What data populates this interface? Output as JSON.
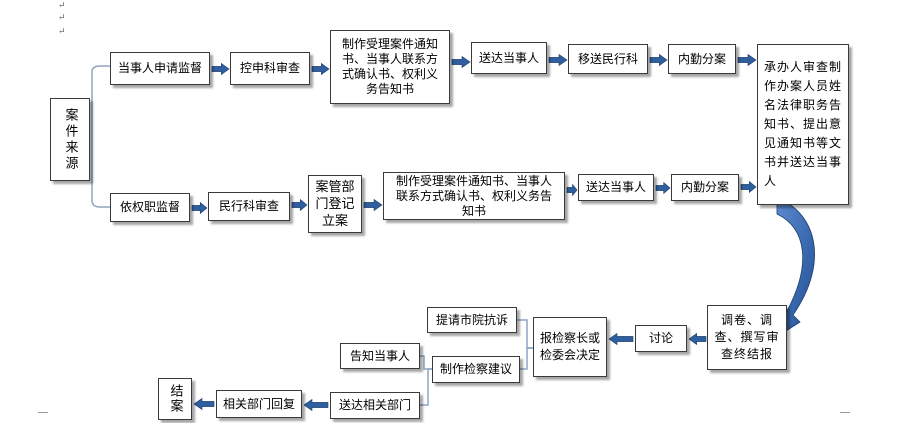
{
  "diagram": {
    "source_box": "案件来源",
    "top_row": {
      "apply": "当事人申请监督",
      "review": "控申科审查",
      "notice": "制作受理案件通知书、当事人联系方式确认书、权利义务告知书",
      "deliver": "送达当事人",
      "transfer": "移送民行科",
      "assign": "内勤分案"
    },
    "bottom_row": {
      "ex_officio": "依权职监督",
      "review": "民行科审查",
      "register": "案管部门登记立案",
      "notice": "制作受理案件通知书、当事人联系方式确认书、权利义务告知书",
      "deliver": "送达当事人",
      "assign": "内勤分案"
    },
    "handler_box": "承办人审查制作办案人员姓名法律职务告知书、提出意见通知书等文书并送达当事人",
    "investigate": "调卷、调查、撰写审查终结报",
    "discuss": "讨论",
    "report": "报检察长或检委会决定",
    "protest": "提请市院抗诉",
    "suggest": "制作检察建议",
    "inform": "告知当事人",
    "send_dept": "送达相关部门",
    "reply": "相关部门回复",
    "close": "结案"
  },
  "colors": {
    "arrow_fill": "#2f5f9e",
    "arrow_stroke": "#1f3f6e",
    "bracket": "#8fa6c4"
  }
}
